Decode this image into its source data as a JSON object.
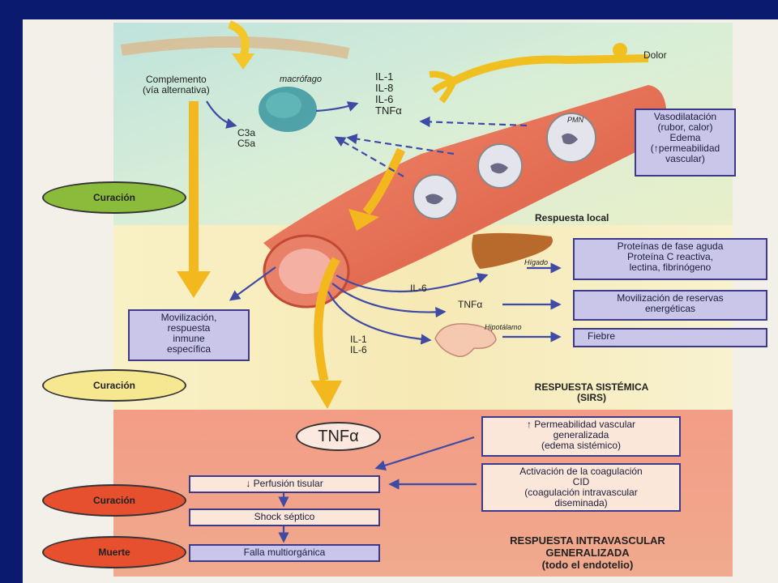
{
  "colors": {
    "background": "#0a1a6e",
    "local_zone": "#cfe6df",
    "systemic_zone": "#f7f0c8",
    "intravascular_zone": "#f1a08b",
    "vessel": "#e8705a",
    "arrow_yellow": "#f3b81e",
    "arrow_blue": "#3f4aa5",
    "box_fill": "#c9c6ea",
    "ellipse_green": "#8bbb3a",
    "ellipse_yellow": "#f6e890",
    "ellipse_red": "#e6502f"
  },
  "local": {
    "complemento": [
      "Complemento",
      "(vía alternativa)"
    ],
    "macrofago": "macrófago",
    "c3a_c5a": [
      "C3a",
      "C5a"
    ],
    "cytokines": [
      "IL-1",
      "IL-8",
      "IL-6",
      "TNFα"
    ],
    "dolor": "Dolor",
    "pmn": "PMN",
    "vasodilatacion": [
      "Vasodilatación",
      "(rubor, calor)",
      "Edema",
      "(↑permeabilidad",
      "vascular)"
    ],
    "section_title": "Respuesta local"
  },
  "systemic": {
    "higado": "Hígado",
    "hipotalamo": "Hipotálamo",
    "proteinas": [
      "Proteínas de fase aguda",
      "Proteína C reactiva,",
      "lectina, fibrinógeno"
    ],
    "movilizacion_reservas": [
      "Movilización de reservas",
      "energéticas"
    ],
    "fiebre": "Fiebre",
    "il6": "IL-6",
    "tnfa": "TNFα",
    "il1_il6": [
      "IL-1",
      "IL-6"
    ],
    "movilizacion_inmune": [
      "Movilización,",
      "respuesta",
      "inmune",
      "específica"
    ],
    "section_title": [
      "RESPUESTA SISTÉMICA",
      "(SIRS)"
    ]
  },
  "intravascular": {
    "tnfa": "TNFα",
    "permeabilidad": [
      "↑ Permeabilidad vascular",
      "generalizada",
      "(edema sistémico)"
    ],
    "coagulacion": [
      "Activación de la coagulación",
      "CID",
      "(coagulación intravascular",
      "diseminada)"
    ],
    "perfusion": "↓ Perfusión tisular",
    "shock": "Shock séptico",
    "falla": "Falla multiorgánica",
    "section_title": [
      "RESPUESTA INTRAVASCULAR",
      "GENERALIZADA",
      "(todo el endotelio)"
    ]
  },
  "outcomes": {
    "curacion_1": "Curación",
    "curacion_2": "Curación",
    "curacion_3": "Curación",
    "muerte": "Muerte"
  }
}
